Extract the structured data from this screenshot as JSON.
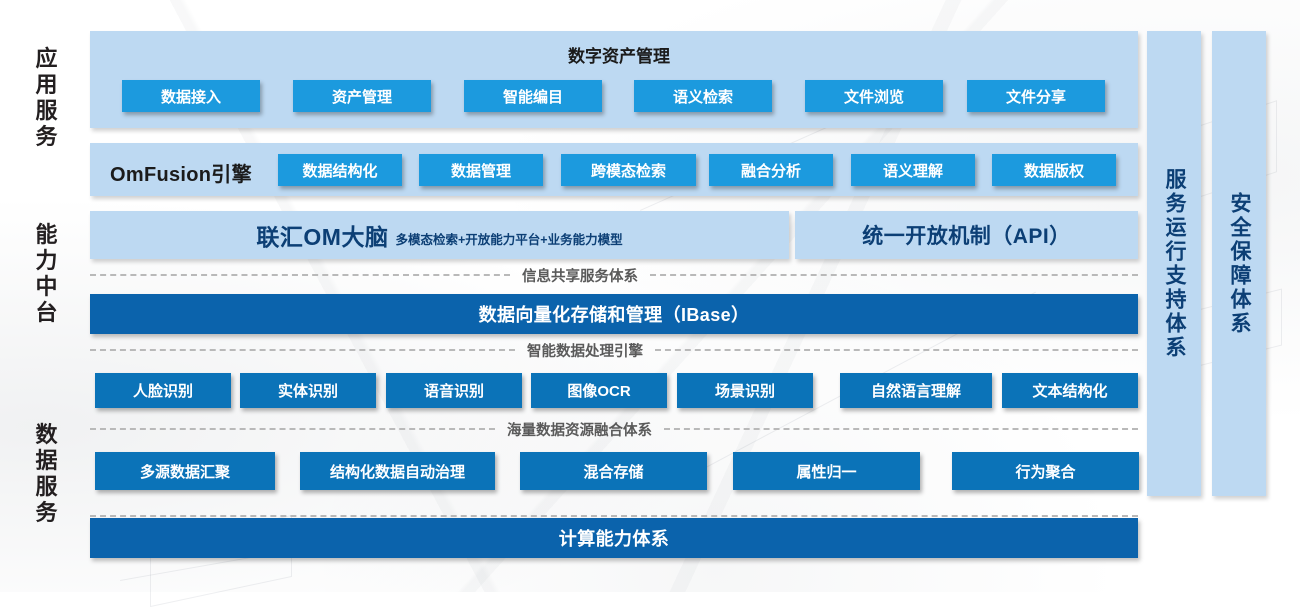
{
  "colors": {
    "panel_light": "#bdd9f2",
    "chip_bright": "#1c9ade",
    "chip_dark": "#0b73b8",
    "bar_dark": "#0b63ac",
    "text_navy": "#0c3f75",
    "divider_gray": "#b9b9b9"
  },
  "side_labels": [
    {
      "id": "application-service",
      "text": "应用服务"
    },
    {
      "id": "capability-midplatform",
      "text": "能力中台"
    },
    {
      "id": "data-service",
      "text": "数据服务"
    }
  ],
  "rows": {
    "digital_asset": {
      "title": "数字资产管理",
      "chips": [
        "数据接入",
        "资产管理",
        "智能编目",
        "语义检索",
        "文件浏览",
        "文件分享"
      ]
    },
    "omfusion": {
      "label": "OmFusion引擎",
      "chips": [
        "数据结构化",
        "数据管理",
        "跨模态检索",
        "融合分析",
        "语义理解",
        "数据版权"
      ]
    },
    "brain": {
      "main": "联汇OM大脑",
      "sub": "多模态检索+开放能力平台+业务能力模型",
      "api": "统一开放机制（API）"
    },
    "divider_info_share": "信息共享服务体系",
    "ibase_bar": "数据向量化存储和管理（IBase）",
    "divider_smart_engine": "智能数据处理引擎",
    "ai_chips": [
      "人脸识别",
      "实体识别",
      "语音识别",
      "图像OCR",
      "场景识别",
      "自然语言理解",
      "文本结构化"
    ],
    "divider_data_fusion": "海量数据资源融合体系",
    "data_chips": [
      "多源数据汇聚",
      "结构化数据自动治理",
      "混合存储",
      "属性归一",
      "行为聚合"
    ],
    "compute_bar": "计算能力体系"
  },
  "right_columns": [
    {
      "id": "service-operation-support",
      "text": "服务运行支持体系"
    },
    {
      "id": "security-assurance",
      "text": "安全保障体系"
    }
  ]
}
